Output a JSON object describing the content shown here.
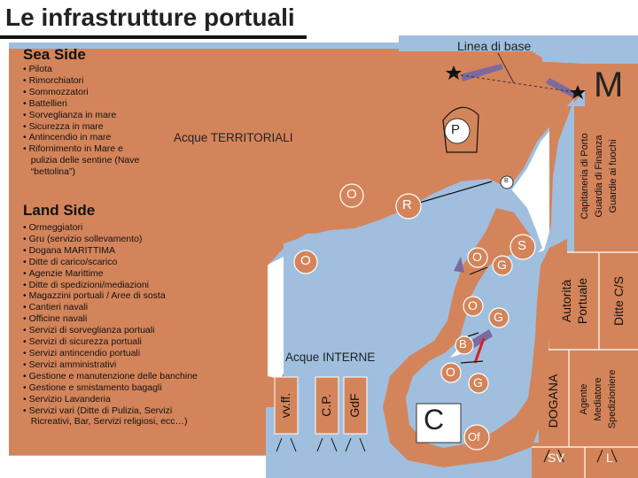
{
  "title": "Le infrastrutture portuali",
  "sea_side": {
    "heading": "Sea Side",
    "items": [
      "Pilota",
      "Rimorchiatori",
      "Sommozzatori",
      "Battellieri",
      "Sorveglianza in mare",
      "Sicurezza in mare",
      "Antincendio in mare",
      "Rifornimento in Mare e",
      "pulizia delle sentine (Nave",
      "“bettolina”)"
    ]
  },
  "land_side": {
    "heading": "Land Side",
    "items": [
      "Ormeggiatori",
      "Gru (servizio sollevamento)",
      "Dogana MARITTIMA",
      "Ditte di carico/scarico",
      "Agenzie Marittime",
      "Ditte di spedizioni/mediazioni",
      "Magazzini portuali / Aree di sosta",
      "Cantieri navali",
      "Officine navali",
      "Servizi di sorveglianza portuali",
      "Servizi di sicurezza portuali",
      "Servizi antincendio portuali",
      "Servizi amministrativi",
      "Gestione e manutenzione delle banchine",
      "Gestione e smistamento bagagli",
      "Servizio Lavanderia",
      "Servizi vari (Ditte di Pulizia, Servizi",
      "Ricreativi, Bar, Servizi religiosi, ecc…)"
    ]
  },
  "map": {
    "baseline_label": "Linea di base",
    "territorial_waters_label": "Acque TERRITORIALI",
    "internal_waters_label": "Acque INTERNE",
    "letters": {
      "M": "M",
      "P": "P",
      "B_small": "B",
      "R": "R",
      "O1": "O",
      "O2": "O",
      "O3": "O",
      "O4": "O",
      "O5": "O",
      "S": "S",
      "G1": "G",
      "G2": "G",
      "G3": "G",
      "B": "B",
      "C": "C",
      "Of": "Of",
      "SV": "SV",
      "L": "L"
    },
    "side_columns": {
      "col1": [
        "Capitaneria di Porto",
        "Guardia di Finanza",
        "Guardie ai fuochi"
      ],
      "autorita": [
        "Autorità",
        "Portuale"
      ],
      "ditte": "Ditte C/S",
      "dogana": "DOGANA",
      "agente": [
        "Agente",
        "Mediatore",
        "Spedizioniere"
      ]
    },
    "bottom_columns": [
      "vv.ff.",
      "C.P.",
      "GdF"
    ]
  },
  "colors": {
    "sea": "#a0bfdf",
    "land": "#d4845a",
    "ship": "#7a6aa0",
    "marker": "#d62020"
  }
}
